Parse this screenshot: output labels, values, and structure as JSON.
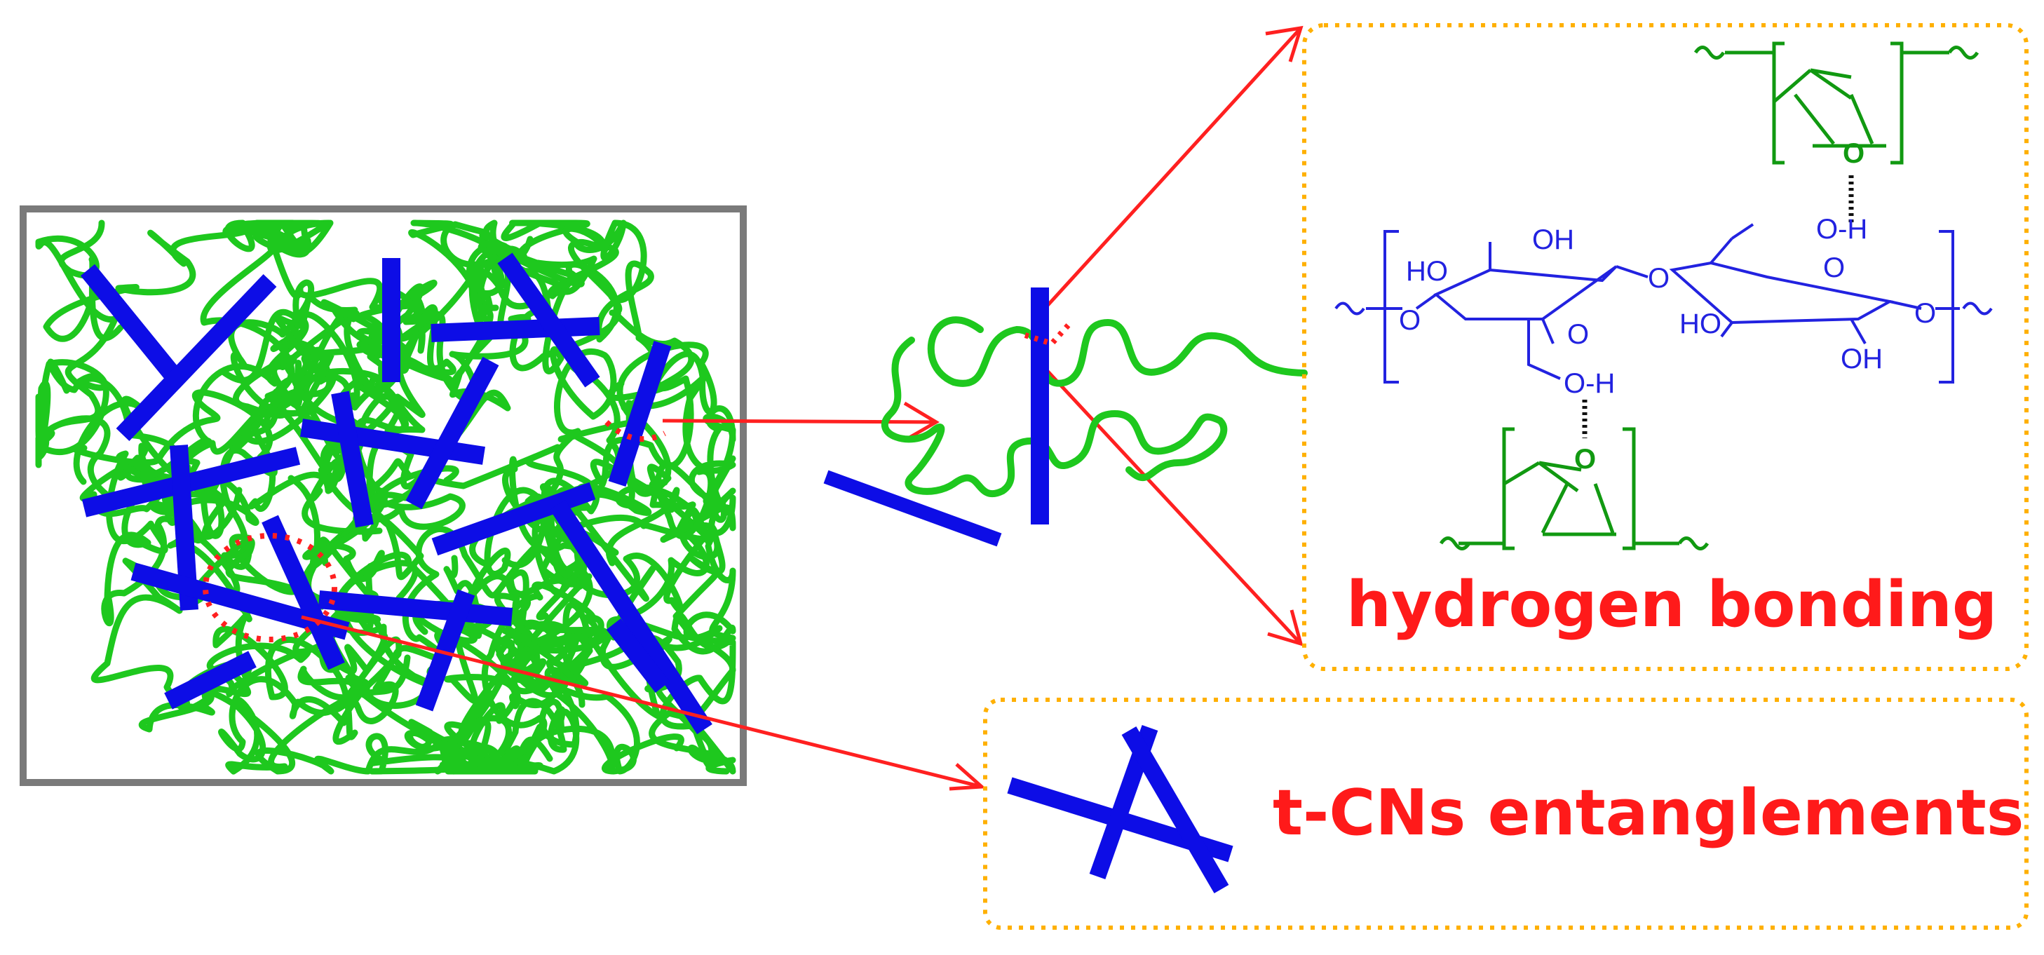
{
  "labels": {
    "hydrogen_bonding": "hydrogen bonding",
    "entanglements": "t-CNs entanglements"
  },
  "chemistry": {
    "cellulose_atoms": {
      "oh_top": "OH",
      "ho_left": "HO",
      "o_bridge": "O",
      "o_ring_right": "O",
      "o_left_end": "O",
      "o_ring_left": "O",
      "o_right_end": "O",
      "ho_bottom": "HO",
      "oh_bottom": "OH",
      "oh_upper_h": "O-H",
      "oh_lower_h": "O-H"
    },
    "epoxy_atoms": {
      "o_top": "O",
      "o_bottom": "O"
    }
  },
  "colors": {
    "matrix_green": "#1ec81e",
    "cnt_blue": "#0d0de6",
    "arrow_red": "#ff2020",
    "box_dotted": "#ffb000",
    "frame_gray": "#7a7a7a",
    "chem_blue": "#2222e0",
    "chem_green": "#119911"
  }
}
